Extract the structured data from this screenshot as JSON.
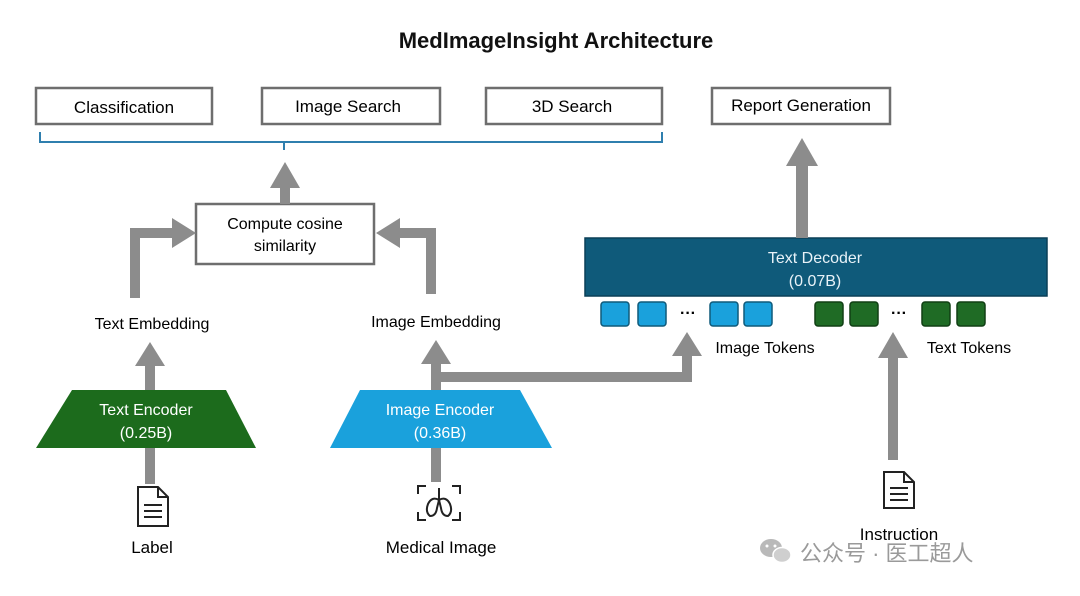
{
  "title": "MedImageInsight Architecture",
  "tasks": {
    "classification": "Classification",
    "image_search": "Image Search",
    "search_3d": "3D Search",
    "report_generation": "Report Generation"
  },
  "compute": {
    "line1": "Compute cosine",
    "line2": "similarity"
  },
  "decoder": {
    "name": "Text Decoder",
    "size": "(0.07B)"
  },
  "text_encoder": {
    "name": "Text Encoder",
    "size": "(0.25B)"
  },
  "image_encoder": {
    "name": "Image Encoder",
    "size": "(0.36B)"
  },
  "embeddings": {
    "text": "Text Embedding",
    "image": "Image Embedding"
  },
  "tokens": {
    "image": "Image Tokens",
    "text": "Text Tokens",
    "ellipsis": "···"
  },
  "inputs": {
    "label": "Label",
    "medical_image": "Medical Image",
    "instruction": "Instruction"
  },
  "watermark": "公众号 · 医工超人",
  "colors": {
    "arrow": "#8c8c8c",
    "box_border": "#6e6e6e",
    "bracket": "#2f7fae",
    "decoder_fill": "#0f5a7a",
    "text_encoder_fill": "#1c6b1c",
    "image_encoder_fill": "#1aa1dc",
    "image_token": "#1aa1dc",
    "text_token": "#1f6b25"
  }
}
